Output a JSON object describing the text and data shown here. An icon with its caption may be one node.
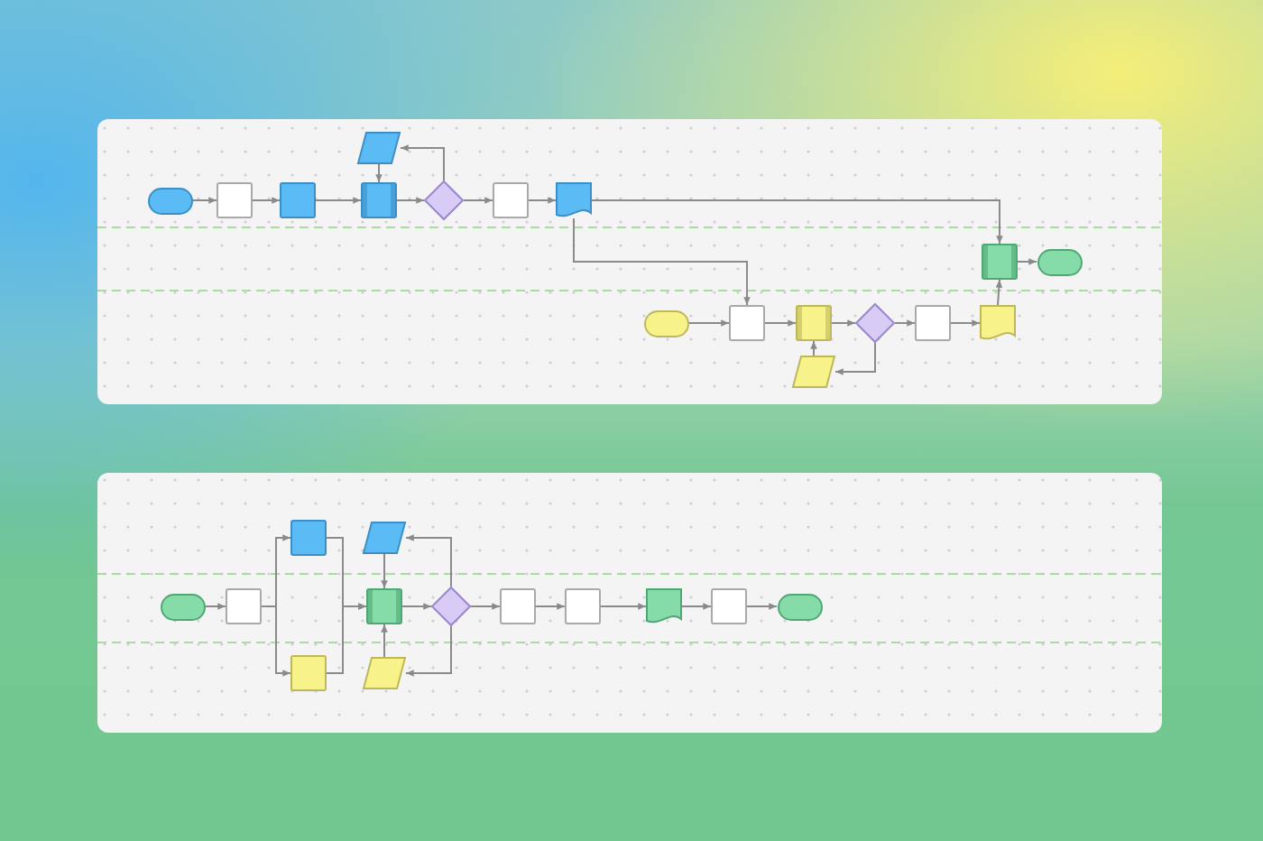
{
  "diagram": {
    "nodes": [
      {
        "text": [],
        "shape": "terminal"
      },
      {
        "text": [],
        "shape": "box"
      },
      {
        "text": [],
        "shape": "box"
      },
      {
        "text": [],
        "shape": "subprocess"
      },
      {
        "text": [],
        "shape": "parallelogram"
      },
      {
        "text": [],
        "shape": "diamond"
      },
      {
        "text": [],
        "shape": "box"
      },
      {
        "text": [],
        "shape": "document"
      },
      {
        "text": [],
        "shape": "subprocess"
      },
      {
        "text": [],
        "shape": "terminal"
      },
      {
        "text": [],
        "shape": "terminal"
      },
      {
        "text": [],
        "shape": "box"
      },
      {
        "text": [],
        "shape": "subprocess"
      },
      {
        "text": [],
        "shape": "parallelogram"
      },
      {
        "text": [],
        "shape": "diamond"
      },
      {
        "text": [],
        "shape": "box"
      },
      {
        "text": [],
        "shape": "document"
      },
      {
        "text": [],
        "shape": "terminal"
      },
      {
        "text": [],
        "shape": "box"
      },
      {
        "text": [],
        "shape": "box"
      },
      {
        "text": [],
        "shape": "box"
      },
      {
        "text": [],
        "shape": "parallelogram"
      },
      {
        "text": [],
        "shape": "subprocess"
      },
      {
        "text": [],
        "shape": "parallelogram"
      },
      {
        "text": [],
        "shape": "diamond"
      },
      {
        "text": [],
        "shape": "box"
      },
      {
        "text": [],
        "shape": "box"
      },
      {
        "text": [],
        "shape": "document"
      },
      {
        "text": [],
        "shape": "box"
      },
      {
        "text": [],
        "shape": "terminal"
      }
    ],
    "edges": [
      {
        "from": 0,
        "to": 1,
        "arrow": "to"
      },
      {
        "from": 1,
        "to": 2,
        "arrow": "to"
      },
      {
        "from": 2,
        "to": 3,
        "arrow": "to"
      },
      {
        "from": 4,
        "to": 3,
        "arrow": "to"
      },
      {
        "from": 3,
        "to": 5,
        "arrow": "to"
      },
      {
        "from": 5,
        "to": 4,
        "arrow": "to"
      },
      {
        "from": 5,
        "to": 6,
        "arrow": "to"
      },
      {
        "from": 6,
        "to": 7,
        "arrow": "to"
      },
      {
        "from": 7,
        "to": 8,
        "arrow": "to"
      },
      {
        "from": 7,
        "to": 11,
        "arrow": "to"
      },
      {
        "from": 10,
        "to": 11,
        "arrow": "to"
      },
      {
        "from": 11,
        "to": 12,
        "arrow": "to"
      },
      {
        "from": 13,
        "to": 12,
        "arrow": "to"
      },
      {
        "from": 12,
        "to": 14,
        "arrow": "to"
      },
      {
        "from": 14,
        "to": 13,
        "arrow": "to"
      },
      {
        "from": 14,
        "to": 15,
        "arrow": "to"
      },
      {
        "from": 15,
        "to": 16,
        "arrow": "to"
      },
      {
        "from": 16,
        "to": 8,
        "arrow": "to"
      },
      {
        "from": 8,
        "to": 9,
        "arrow": "to"
      },
      {
        "from": 17,
        "to": 18,
        "arrow": "to"
      },
      {
        "from": 18,
        "to": 19,
        "arrow": "to"
      },
      {
        "from": 18,
        "to": 20,
        "arrow": "to"
      },
      {
        "from": 19,
        "to": 22,
        "arrow": "to"
      },
      {
        "from": 20,
        "to": 22,
        "arrow": "to"
      },
      {
        "from": 21,
        "to": 22,
        "arrow": "to"
      },
      {
        "from": 23,
        "to": 22,
        "arrow": "to"
      },
      {
        "from": 22,
        "to": 24,
        "arrow": "to"
      },
      {
        "from": 24,
        "to": 21,
        "arrow": "to"
      },
      {
        "from": 24,
        "to": 23,
        "arrow": "to"
      },
      {
        "from": 24,
        "to": 25,
        "arrow": "to"
      },
      {
        "from": 25,
        "to": 26,
        "arrow": "to"
      },
      {
        "from": 26,
        "to": 27,
        "arrow": "to"
      },
      {
        "from": 27,
        "to": 28,
        "arrow": "to"
      },
      {
        "from": 28,
        "to": 29,
        "arrow": "to"
      }
    ]
  }
}
